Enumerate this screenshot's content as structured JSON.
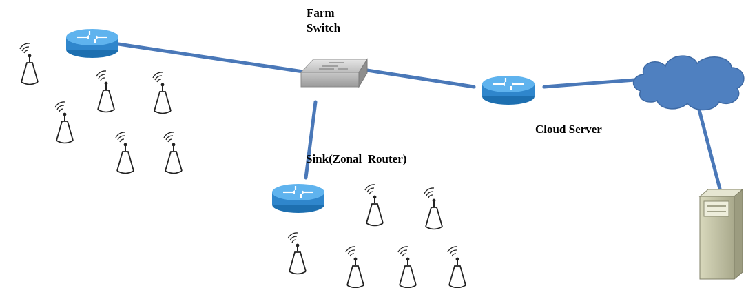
{
  "labels": {
    "farm_switch_line1": "Farm",
    "farm_switch_line2": "Switch",
    "cloud_server": "Cloud Server",
    "sink": "Sink(Zonal  Router)"
  },
  "colors": {
    "link": "#4a78b8",
    "router_body": "#2f86cc",
    "router_top": "#5fb3ee",
    "cloud": "#4f80c0",
    "switch_body": "#b8b8b8",
    "server_body": "#c9c9a8",
    "sensor": "#222222"
  },
  "icons": {
    "router": "router-icon",
    "switch": "switch-icon",
    "cloud": "cloud-icon",
    "server": "server-icon",
    "sensor": "wireless-sensor-icon"
  }
}
